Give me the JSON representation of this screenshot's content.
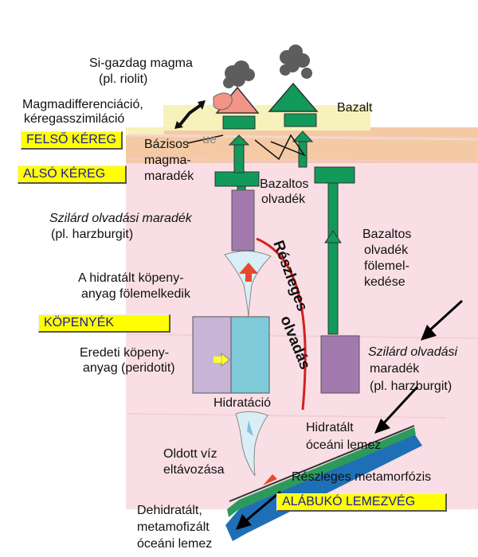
{
  "labels": {
    "si_magma": "Si-gazdag magma",
    "si_magma_ex": "(pl. riolit)",
    "magmadiff_1": "Magmadifferenciáció,",
    "magmadiff_2": "kéregasszimiláció",
    "bazalt": "Bazalt",
    "bazisos_1": "Bázisos",
    "bazisos_2": "magma-",
    "bazisos_3": "maradék",
    "bazaltos_olvadek_1": "Bazaltos",
    "bazaltos_olvadek_2": "olvadék",
    "szilard_top_1": "Szilárd olvadási maradék",
    "szilard_top_2": "(pl. harzburgit)",
    "bazaltos_felem_1": "Bazaltos",
    "bazaltos_felem_2": "olvadék",
    "bazaltos_felem_3": "fölemel-",
    "bazaltos_felem_4": "kedése",
    "hidratalt_kopeny_1": "A hidratált köpeny-",
    "hidratalt_kopeny_2": "anyag fölemelkedik",
    "eredeti_1": "Eredeti köpeny-",
    "eredeti_2": "anyag (peridotit)",
    "hidratacio": "Hidratáció",
    "szilard_right_1": "Szilárd olvadási",
    "szilard_right_2": "maradék",
    "szilard_right_3": "(pl. harzburgit)",
    "hidratalt_oceani_1": "Hidratált",
    "hidratalt_oceani_2": "óceáni lemez",
    "oldott_1": "Oldott víz",
    "oldott_2": "eltávozása",
    "reszleges_meta": "Részleges metamorfózis",
    "dehidratalt_1": "Dehidratált,",
    "dehidratalt_2": "metamofizált",
    "dehidratalt_3": "óceáni lemez",
    "partial_melt_1": "Részleges",
    "partial_melt_2": "olvadás",
    "cut_text": "ue"
  },
  "tags": {
    "felso_kereg": "FELSŐ KÉREG",
    "also_kereg": "ALSÓ KÉREG",
    "kopenyek": "KÖPENYÉK",
    "alabuko": "ALÁBUKÓ LEMEZVÉG"
  },
  "colors": {
    "upper_crust": "#f7f2bc",
    "lower_crust": "#f3caa4",
    "mantle": "#f9dfe5",
    "green": "#119a5a",
    "purple": "#a27aae",
    "cyan": "#7fcad8",
    "tag_bg": "#ffff00",
    "tag_text": "#1a1aa0",
    "melt_line": "#d52020"
  }
}
